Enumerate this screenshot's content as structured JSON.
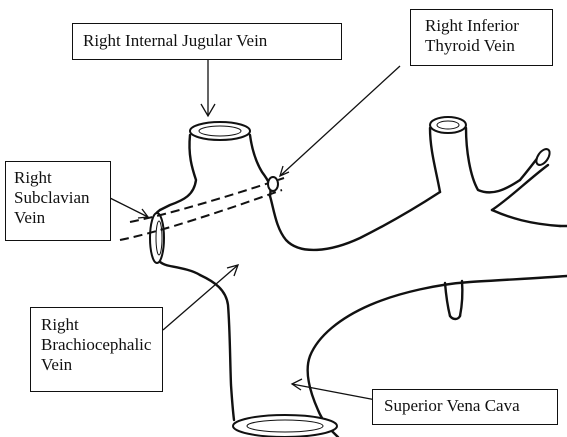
{
  "labels": {
    "internal_jugular": "Right Internal Jugular Vein",
    "inferior_thyroid": [
      "Right Inferior",
      "Thyroid Vein"
    ],
    "subclavian": [
      "Right",
      "Subclavian",
      "Vein"
    ],
    "brachiocephalic": [
      "Right",
      "Brachiocephalic",
      "Vein"
    ],
    "superior_vena_cava": "Superior Vena Cava"
  }
}
